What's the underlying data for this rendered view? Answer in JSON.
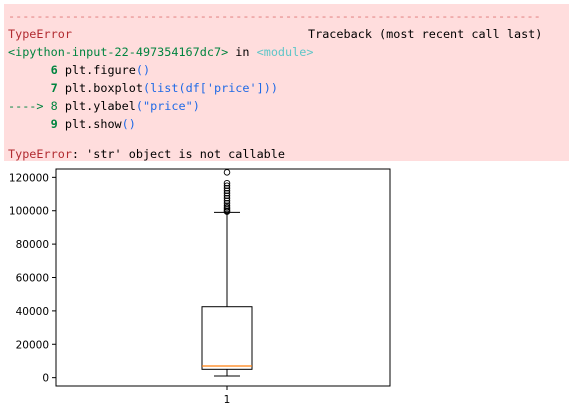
{
  "traceback": {
    "rule": "---------------------------------------------------------------------------",
    "error_type": "TypeError",
    "traceback_header": "Traceback (most recent call last)",
    "input_ref": "<ipython-input-22-497354167dc7>",
    "in_word": " in ",
    "module": "<module>",
    "lines": [
      {
        "prefix": "      ",
        "num": "6",
        "code_a": " plt.",
        "code_b": "figure",
        "code_c": "()",
        "code_d": "",
        "code_e": "",
        "code_f": ""
      },
      {
        "prefix": "      ",
        "num": "7",
        "code_a": " plt.",
        "code_b": "boxplot",
        "code_c": "(list(df[",
        "code_d": "'price'",
        "code_e": "]))",
        "code_f": ""
      },
      {
        "prefix": "----> ",
        "num": "8",
        "code_a": " plt.",
        "code_b": "ylabel",
        "code_c": "(",
        "code_d": "\"price\"",
        "code_e": ")",
        "code_f": ""
      },
      {
        "prefix": "      ",
        "num": "9",
        "code_a": " plt.",
        "code_b": "show",
        "code_c": "()",
        "code_d": "",
        "code_e": "",
        "code_f": ""
      }
    ],
    "error_message_type": "TypeError",
    "error_message": ": 'str' object is not callable"
  },
  "chart_data": {
    "type": "boxplot",
    "categories": [
      "1"
    ],
    "ylim": [
      -5000,
      125000
    ],
    "yticks": [
      0,
      20000,
      40000,
      60000,
      80000,
      100000,
      120000
    ],
    "ytick_labels": [
      "0",
      "20000",
      "40000",
      "60000",
      "80000",
      "100000",
      "120000"
    ],
    "xtick_labels": [
      "1"
    ],
    "box": {
      "whisker_low": 1000,
      "q1": 5000,
      "median": 7000,
      "q3": 42500,
      "whisker_high": 99000
    },
    "outliers": [
      99500,
      100000,
      101000,
      102000,
      103000,
      104500,
      106000,
      107500,
      109000,
      110500,
      112000,
      113500,
      115000,
      116500,
      123000
    ],
    "colors": {
      "median": "#ff7f0e",
      "box": "#000000",
      "background": "#ffffff"
    }
  }
}
